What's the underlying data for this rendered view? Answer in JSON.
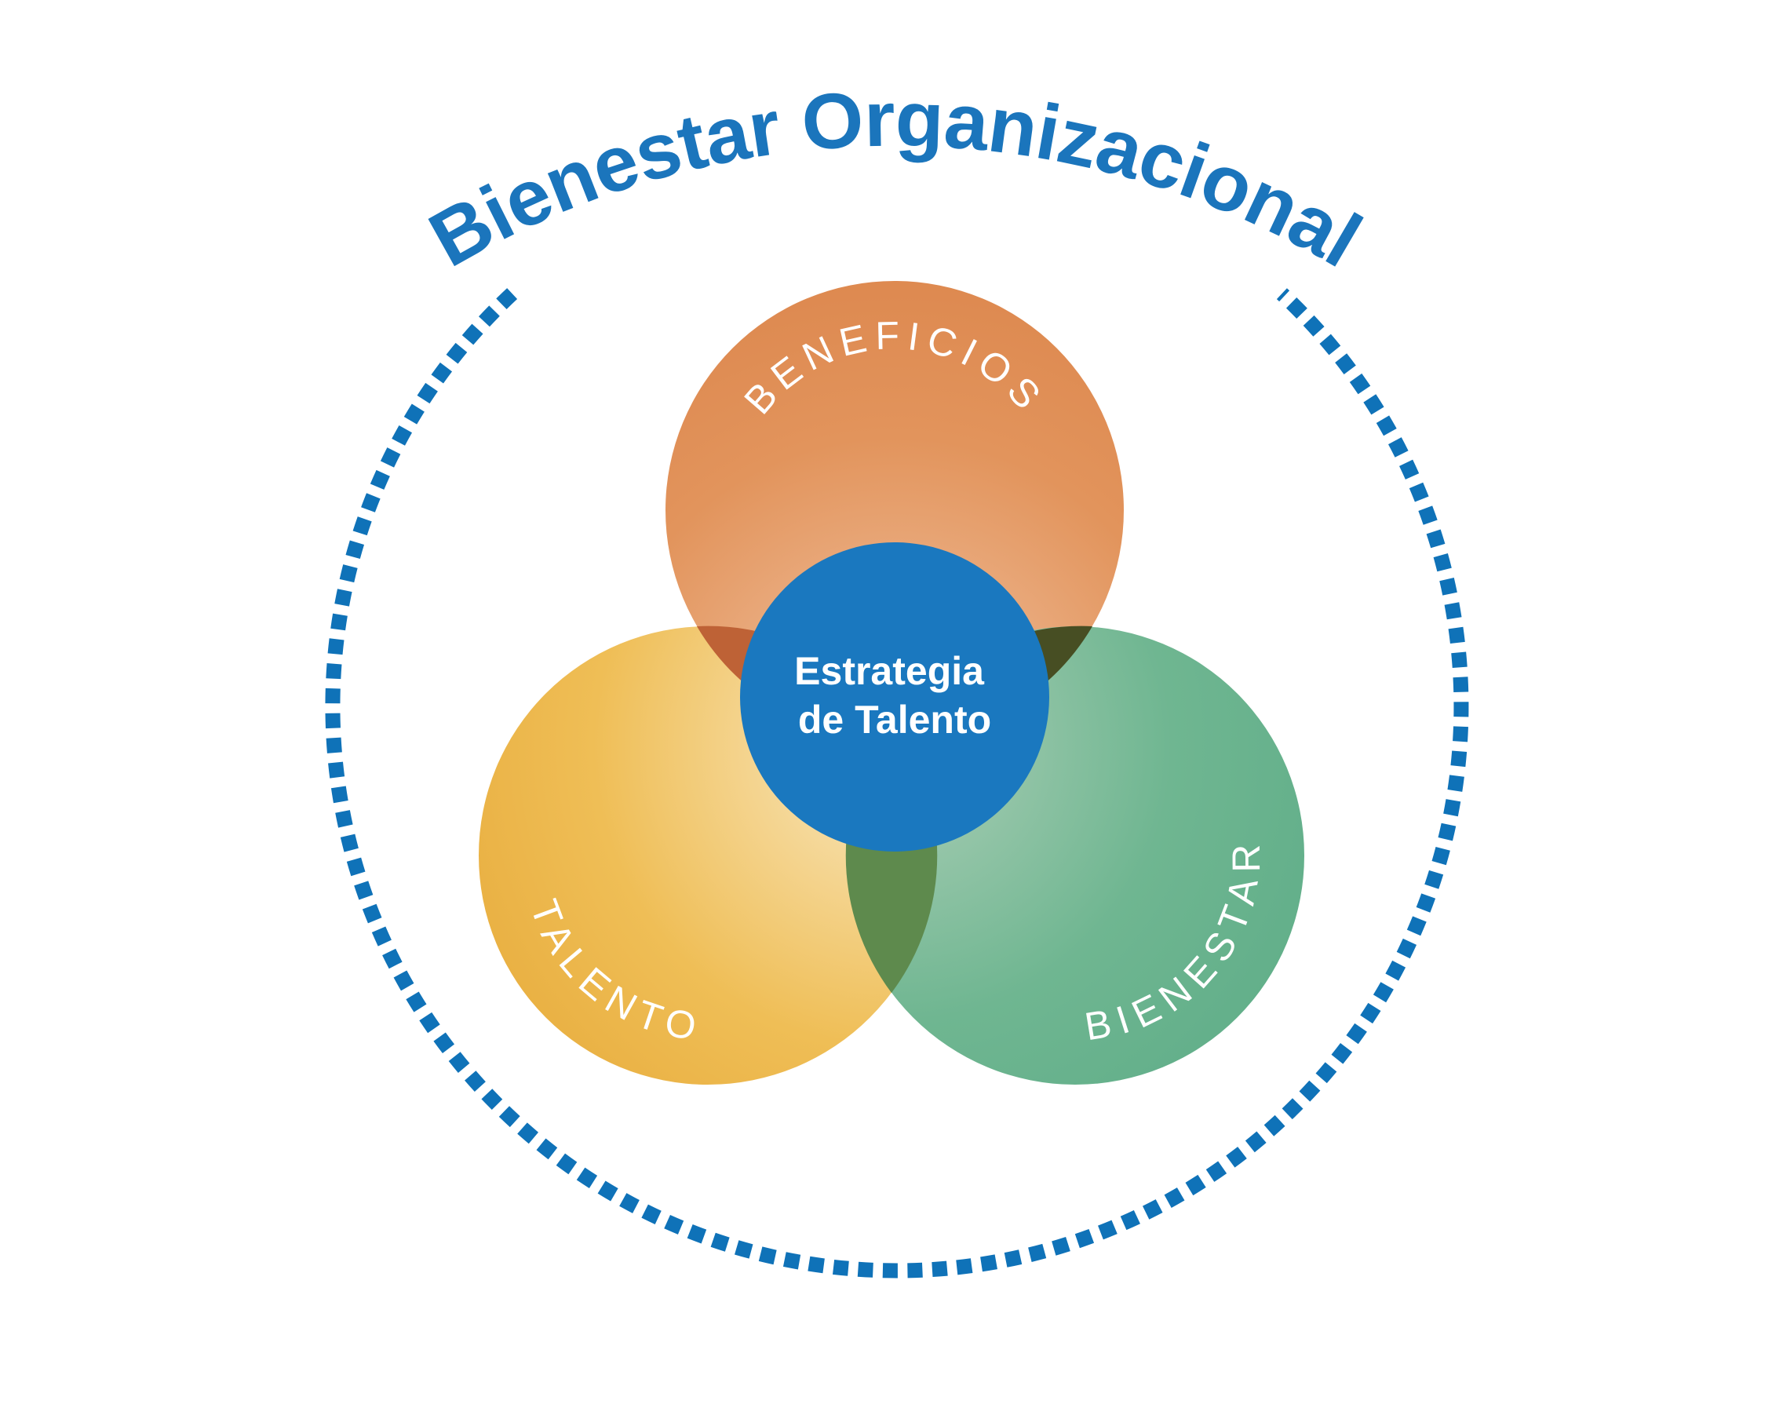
{
  "title": {
    "text": "Bienestar Organizacional",
    "color": "#1B75BC"
  },
  "ring": {
    "color": "#0F72B8",
    "style": "dotted-square-dashes"
  },
  "center": {
    "line1": "Estrategia",
    "line2": "de Talento",
    "color": "#1A78BF",
    "text_color": "#FFFFFF"
  },
  "circles": [
    {
      "id": "beneficios",
      "label": "BENEFICIOS",
      "label_color": "#FFFFFF",
      "color_outer": "#DB8349",
      "color_inner": "#F2C5A5"
    },
    {
      "id": "talento",
      "label": "TALENTO",
      "label_color": "#FFFFFF",
      "color_outer": "#E6A837",
      "color_inner": "#F9E9C5"
    },
    {
      "id": "bienestar",
      "label": "BIENESTAR",
      "label_color": "#FFFFFF",
      "color_outer": "#5BAB86",
      "color_inner": "#ADCFB7"
    }
  ],
  "overlaps": {
    "beneficios_talento": "#BE6236",
    "beneficios_bienestar": "#474E23",
    "talento_bienestar": "#5E8A4D"
  }
}
